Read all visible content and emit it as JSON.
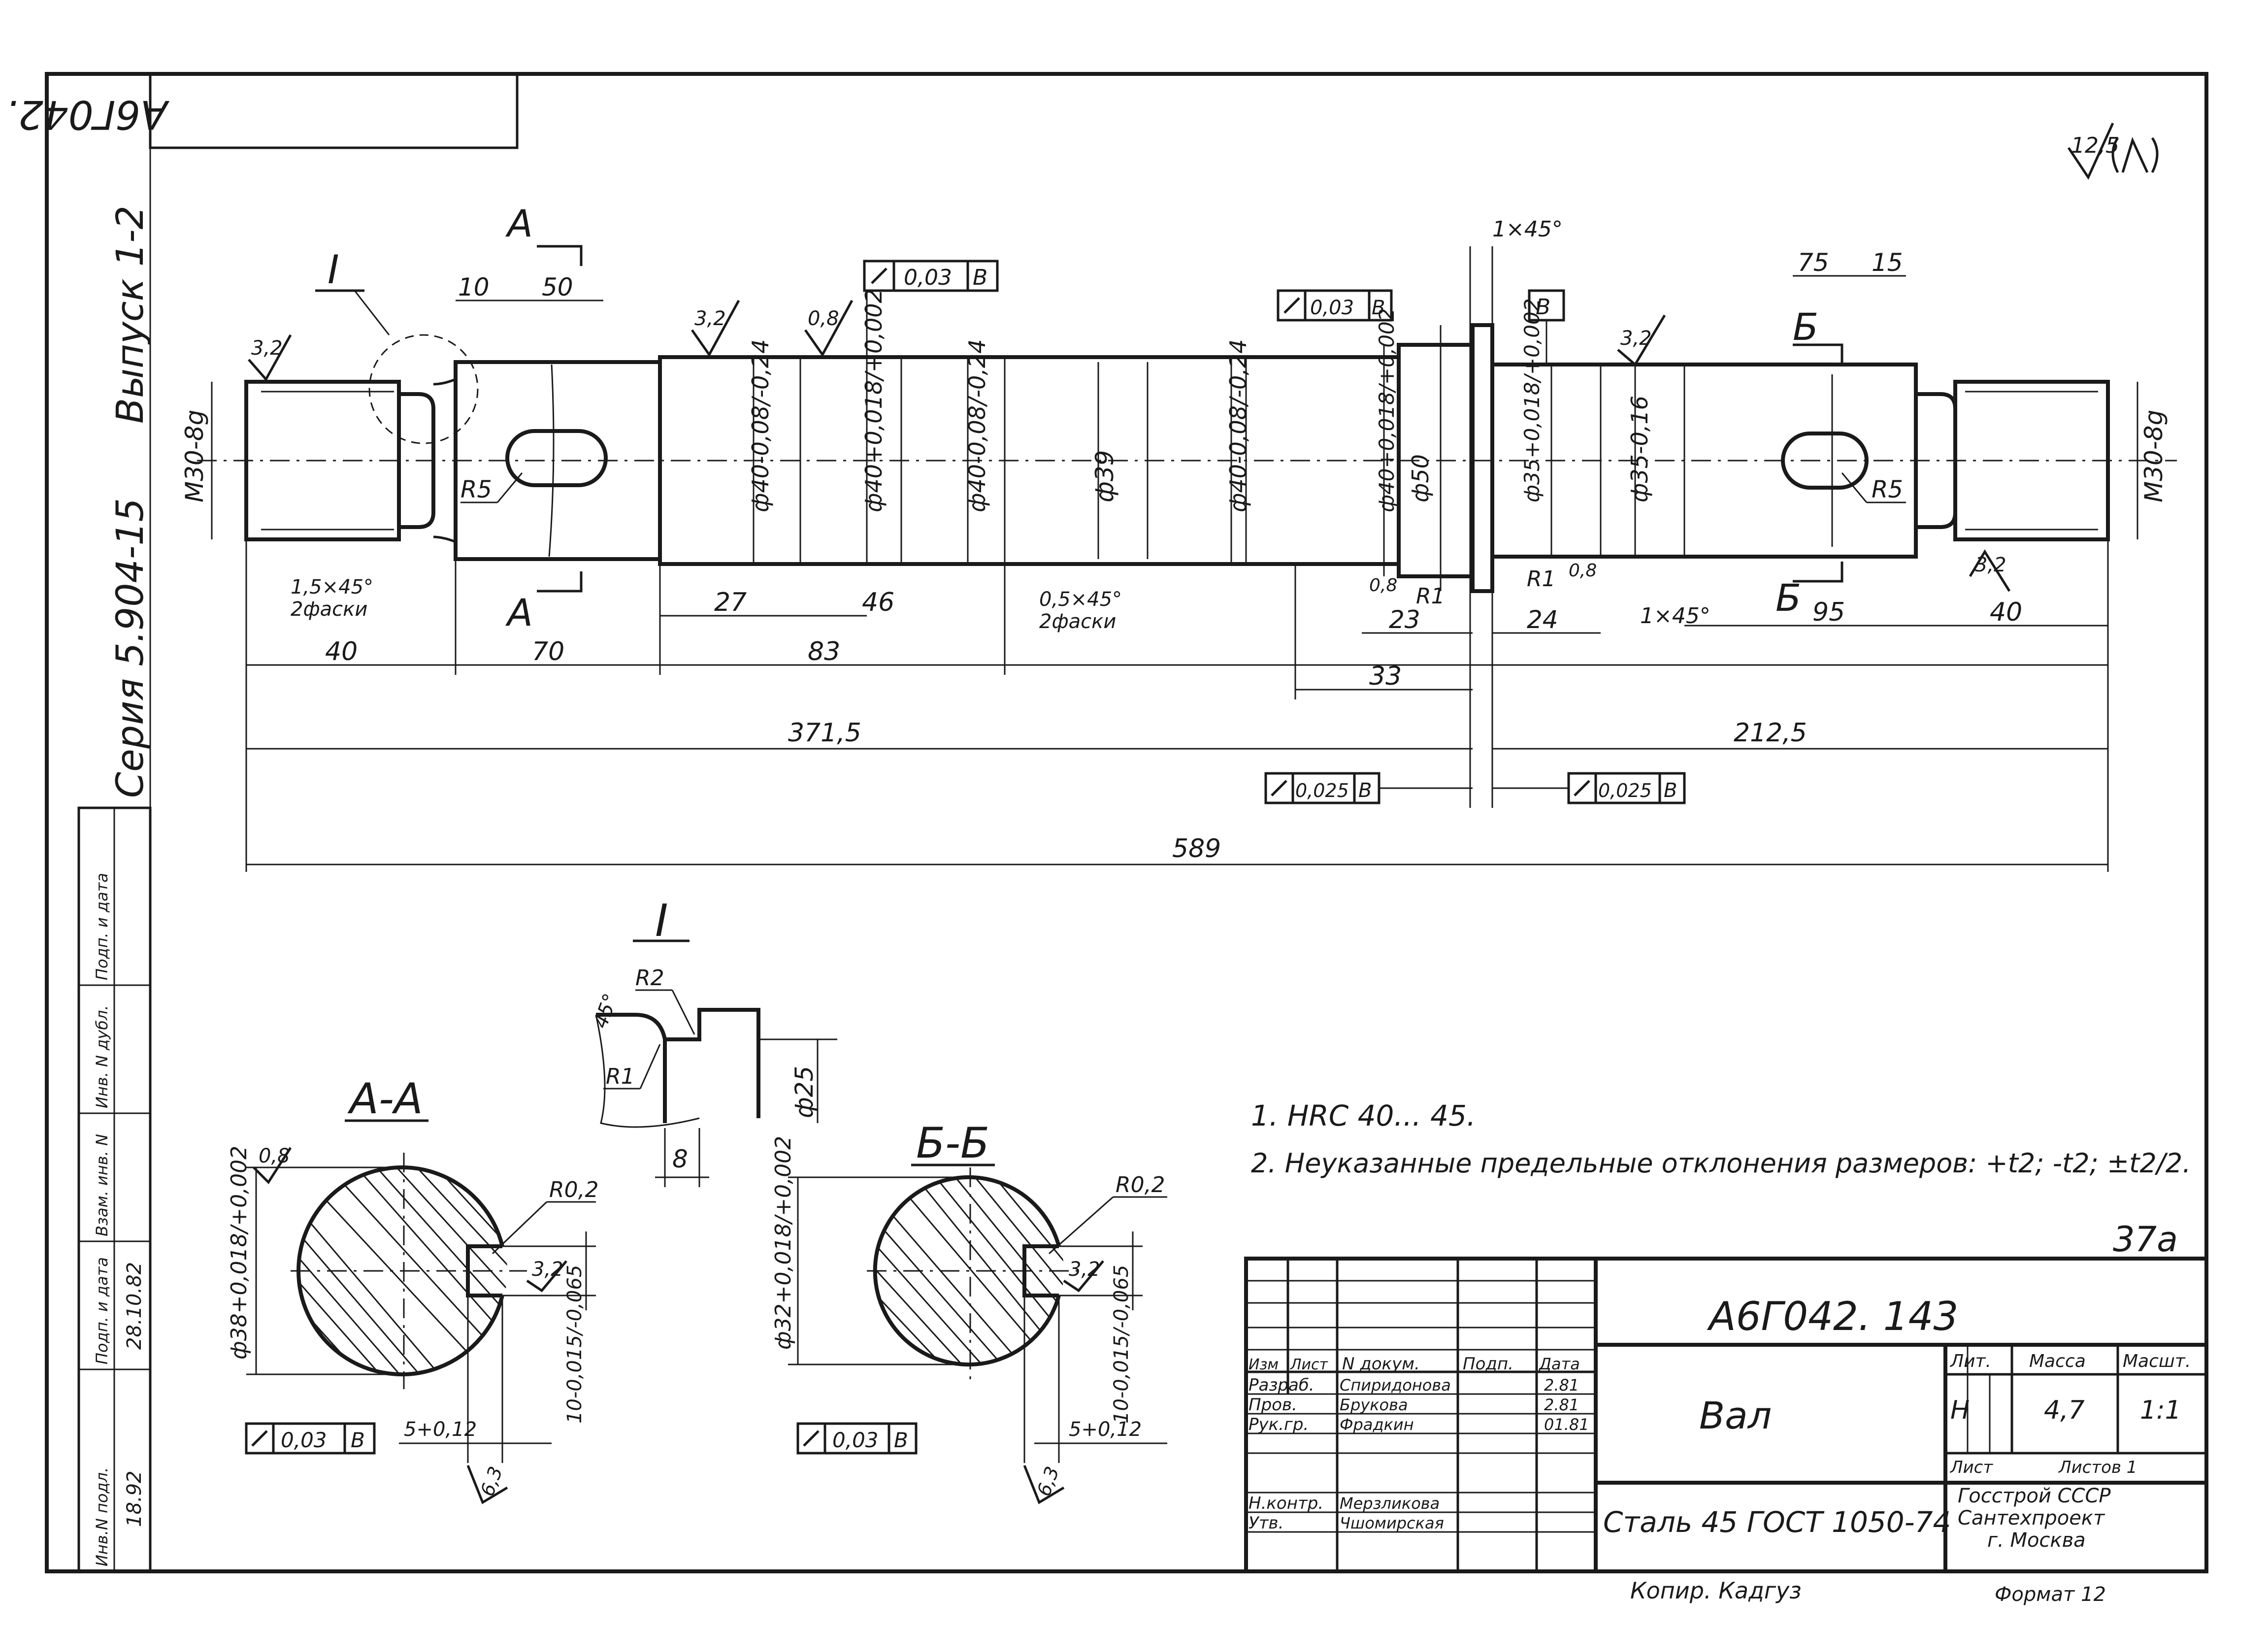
{
  "stamp_top": "А6Г042. 143",
  "roughness_general": "12,5",
  "series_label": "Серия 5.904-15",
  "issue_label": "Выпуск 1-2",
  "shaft": {
    "detail_callout": "I",
    "section_a": "А",
    "section_b": "Б",
    "thread_left": "М30-8g",
    "thread_right": "М30-8g",
    "roughness_32": "3,2",
    "roughness_08": "0,8",
    "dia_40_a": "ф40-0,08/-0,24",
    "dia_40_b": "ф40+0,018/+0,002",
    "dia_40_c": "ф40-0,08/-0,24",
    "dia_39": "ф39",
    "dia_40_d": "ф40-0,08/-0,24",
    "dia_40_e": "ф40+0,018/+0,002",
    "dia_50": "ф50",
    "dia_35_a": "ф35+0,018/+0,002",
    "dia_35_b": "ф35-0,16",
    "radius_r5": "R5",
    "radius_r1": "R1",
    "chamfer_1x45": "1×45°",
    "chamfer_15x45": "1,5×45°",
    "chamfer_05x45": "0,5×45°",
    "two_chamfers": "2фаски",
    "datum_b": "В",
    "runout_003": "0,03",
    "runout_0025": "0,025",
    "dims": {
      "d10": "10",
      "d50": "50",
      "d75": "75",
      "d15": "15",
      "d27": "27",
      "d46": "46",
      "d23": "23",
      "d24": "24",
      "d40": "40",
      "d70": "70",
      "d83": "83",
      "d33": "33",
      "d95": "95",
      "d40r": "40",
      "d3715": "371,5",
      "d2125": "212,5",
      "d589": "589",
      "d8": "8",
      "d25": "ф25",
      "r2": "R2",
      "deg45": "45°"
    }
  },
  "sections": {
    "title_aa": "А-А",
    "title_bb": "Б-Б",
    "aa_dia": "ф38+0,018/+0,002",
    "bb_dia": "ф32+0,018/+0,002",
    "key_width": "10-0,015/-0,065",
    "key_depth": "5+0,12",
    "radius_r02": "R0,2",
    "rough_32": "3,2",
    "rough_08": "0,8",
    "rough_63": "6,3",
    "runout": "0,03",
    "datum": "В"
  },
  "notes": [
    "1. HRC 40... 45.",
    "2. Неуказанные предельные отклонения размеров: +t2; -t2; ±t2/2."
  ],
  "sheet_number": "37а",
  "title_block": {
    "designation": "А6Г042. 143",
    "name": "Вал",
    "material": "Сталь 45 ГОСТ 1050-74",
    "col_izm": "Изм",
    "col_list": "Лист",
    "col_ndok": "N докум.",
    "col_podp": "Подп.",
    "col_data": "Дата",
    "rows": [
      {
        "role": "Разраб.",
        "name": "Спиридонова",
        "date": "2.81"
      },
      {
        "role": "Пров.",
        "name": "Брукова",
        "date": "2.81"
      },
      {
        "role": "Рук.гр.",
        "name": "Фрадкин",
        "date": "01.81"
      },
      {
        "role": "Н.контр.",
        "name": "Мерзликова",
        "date": ""
      },
      {
        "role": "Утв.",
        "name": "Чшомирская",
        "date": ""
      }
    ],
    "lit_label": "Лит.",
    "mass_label": "Масса",
    "scale_label": "Масшт.",
    "lit_value": "Н",
    "mass_value": "4,7",
    "scale_value": "1:1",
    "sheet_label": "Лист",
    "sheets_label": "Листов 1",
    "org1": "Госстрой СССР",
    "org2": "Сантехпроект",
    "org3": "г. Москва",
    "format": "Формат 12",
    "copy_label": "Копир. Кадгуз"
  },
  "side_stamp": {
    "inv_podl": "Инв.N подл.",
    "podp_data": "Подп. и дата",
    "vzam_inv": "Взам. инв. N",
    "inv_dubl": "Инв. N дубл.",
    "podp_data2": "Подп. и дата",
    "inv_value": "18.92",
    "date_value": "28.10.82"
  }
}
